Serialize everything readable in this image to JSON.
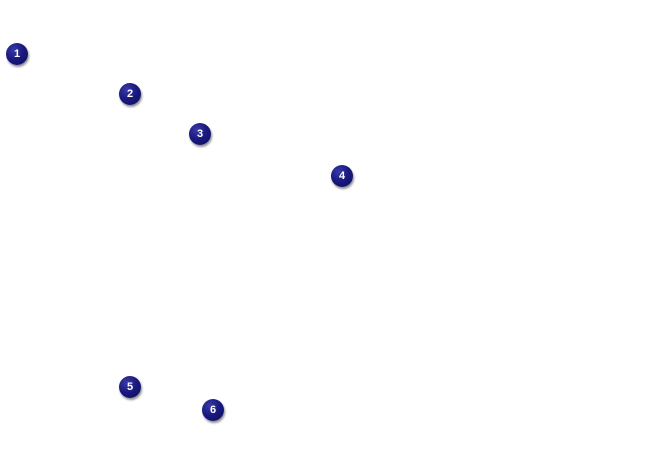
{
  "callouts": [
    {
      "label": "1"
    },
    {
      "label": "2"
    },
    {
      "label": "3"
    },
    {
      "label": "4"
    },
    {
      "label": "5"
    },
    {
      "label": "6"
    }
  ],
  "colors": {
    "callout_fill": "#1a1a80",
    "callout_text": "#ffffff",
    "background": "#ffffff"
  }
}
